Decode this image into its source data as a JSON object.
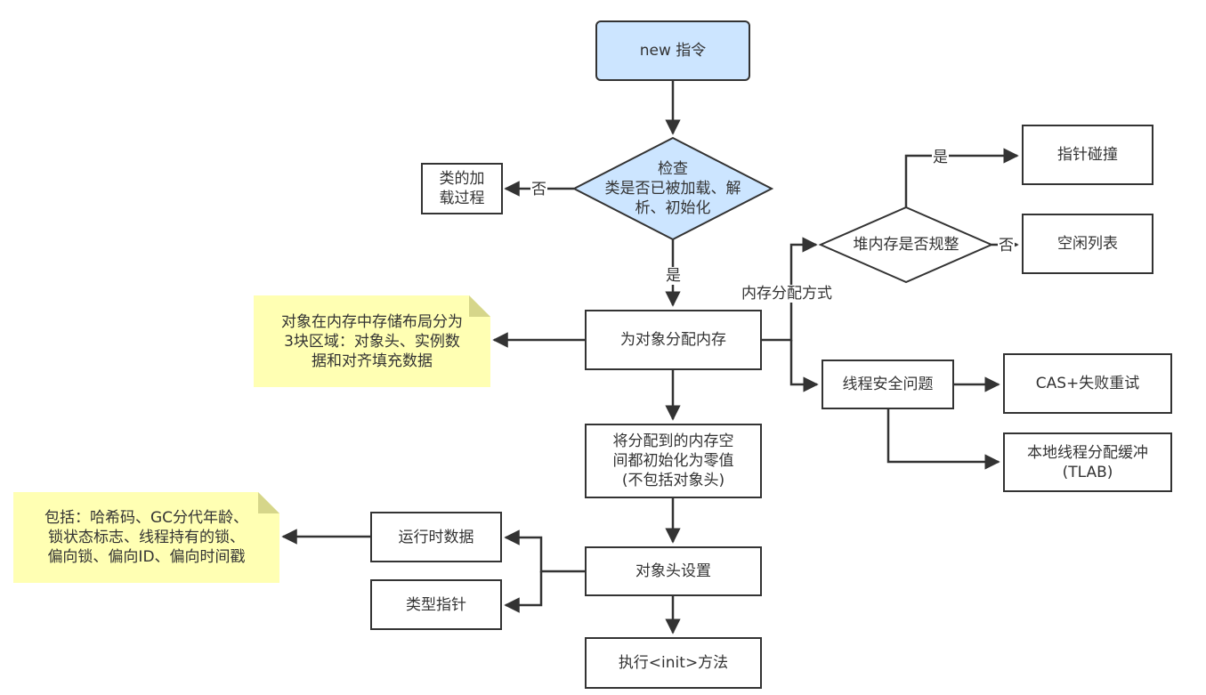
{
  "nodes": {
    "new_instruction": "new 指令",
    "check": "检查\n类是否已被加载、解\n析、初始化",
    "class_loading": "类的加\n载过程",
    "allocate_memory": "为对象分配内存",
    "heap_regular": "堆内存是否规整",
    "pointer_bump": "指针碰撞",
    "free_list": "空闲列表",
    "thread_safety": "线程安全问题",
    "cas_retry": "CAS+失败重试",
    "tlab": "本地线程分配缓冲\n(TLAB)",
    "zero_init": "将分配到的内存空\n间都初始化为零值\n(不包括对象头)",
    "header_setup": "对象头设置",
    "runtime_data": "运行时数据",
    "type_pointer": "类型指针",
    "invoke_init": "执行<init>方法"
  },
  "notes": {
    "memory_layout": "对象在内存中存储布局分为\n3块区域：对象头、实例数\n据和对齐填充数据",
    "header_contents": "包括：哈希码、GC分代年龄、\n锁状态标志、线程持有的锁、\n偏向锁、偏向ID、偏向时间戳"
  },
  "edge_labels": {
    "no_loaded": "否",
    "yes_loaded": "是",
    "allocation_method": "内存分配方式",
    "yes_regular": "是",
    "no_regular": "否"
  },
  "colors": {
    "stroke": "#333333",
    "start_fill": "#cce5ff",
    "decision_fill": "#cce5ff",
    "note_fill": "#ffffb3",
    "note_fold": "#d6d68a",
    "text": "#333333"
  }
}
